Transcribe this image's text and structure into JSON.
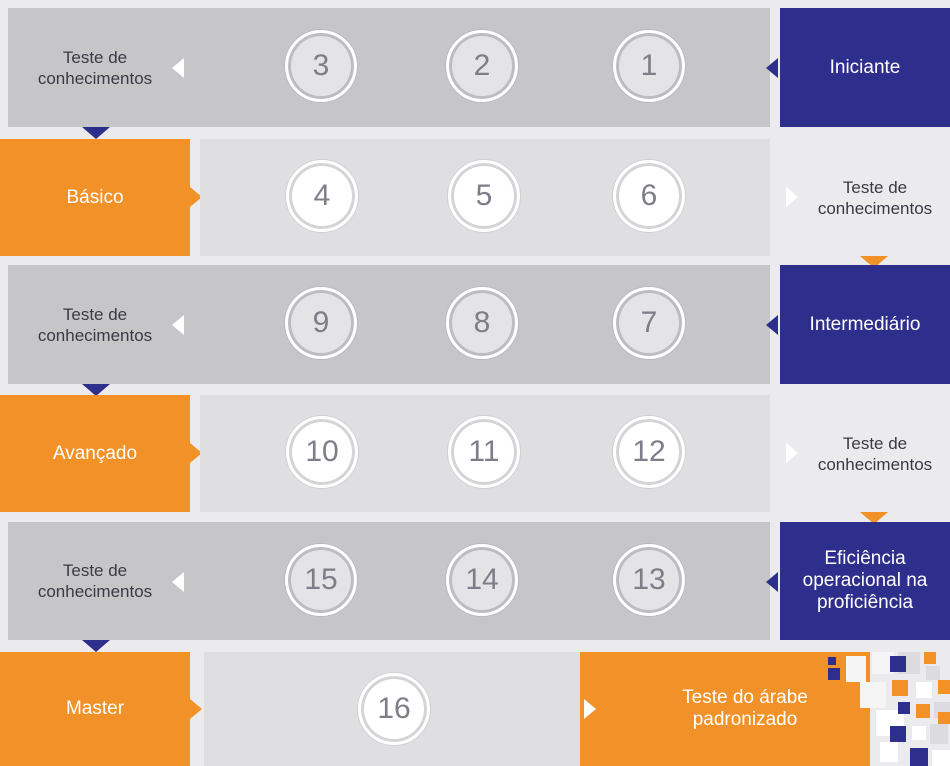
{
  "colors": {
    "navy": "#2e2f8c",
    "orange": "#f29127",
    "band_dark": "#c6c6c9",
    "band_light": "#dfdfe1"
  },
  "rows": [
    {
      "left_label": "Teste de conhecimentos",
      "circles": [
        "3",
        "2",
        "1"
      ],
      "right_label": "Iniciante"
    },
    {
      "left_label": "Básico",
      "circles": [
        "4",
        "5",
        "6"
      ],
      "right_label": "Teste de conhecimentos"
    },
    {
      "left_label": "Teste de conhecimentos",
      "circles": [
        "9",
        "8",
        "7"
      ],
      "right_label": "Intermediário"
    },
    {
      "left_label": "Avançado",
      "circles": [
        "10",
        "11",
        "12"
      ],
      "right_label": "Teste de conhecimentos"
    },
    {
      "left_label": "Teste de conhecimentos",
      "circles": [
        "15",
        "14",
        "13"
      ],
      "right_label": "Eficiência operacional na proficiência"
    },
    {
      "left_label": "Master",
      "circles": [
        "16"
      ],
      "right_label": "Teste do árabe padronizado"
    }
  ]
}
